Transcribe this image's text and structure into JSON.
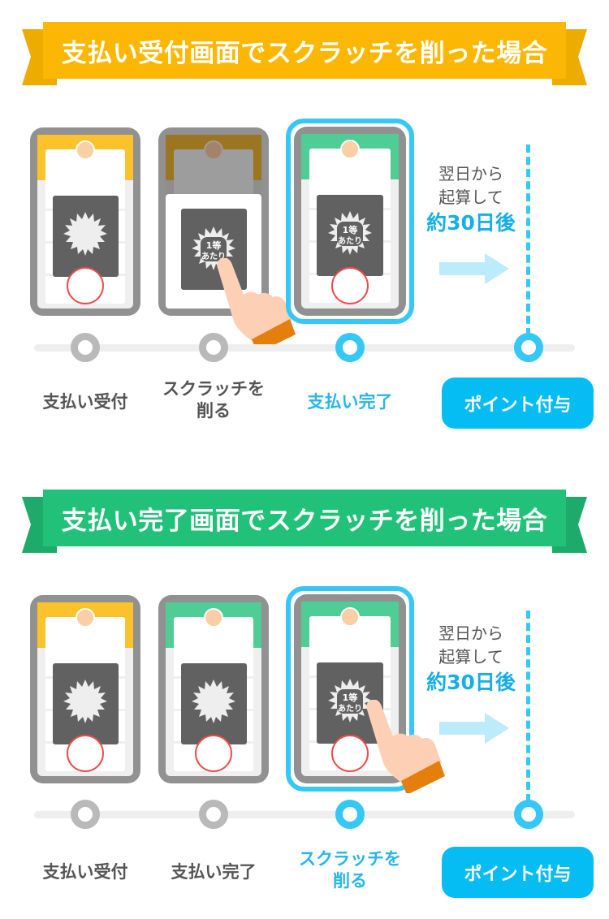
{
  "colors": {
    "ribbon_yellow": "#fbb703",
    "ribbon_yellow_tail": "#eeab00",
    "ribbon_green": "#22c17a",
    "ribbon_green_tail": "#1daa6a",
    "accent_blue": "#35c8f7",
    "button_blue": "#05bdf2",
    "inactive_gray": "#b9b9b9",
    "text_gray": "#555555"
  },
  "sections": [
    {
      "title": "支払い受付画面でスクラッチを削った場合",
      "ribbon_color": "yellow",
      "steps": [
        {
          "label_line1": "支払い受付",
          "label_line2": "",
          "active": false,
          "phone": "yellow-unscratched"
        },
        {
          "label_line1": "スクラッチを",
          "label_line2": "削る",
          "active": false,
          "phone": "dimmed-scratching"
        },
        {
          "label_line1": "支払い完了",
          "label_line2": "",
          "active": true,
          "phone": "green-scratched"
        }
      ],
      "note": {
        "line1": "翌日から",
        "line2": "起算して",
        "highlight": "約30日後"
      },
      "final_button": "ポイント付与",
      "scratch_prize": {
        "line1": "1等",
        "line2": "あたり"
      }
    },
    {
      "title": "支払い完了画面でスクラッチを削った場合",
      "ribbon_color": "green",
      "steps": [
        {
          "label_line1": "支払い受付",
          "label_line2": "",
          "active": false,
          "phone": "yellow-unscratched"
        },
        {
          "label_line1": "支払い完了",
          "label_line2": "",
          "active": false,
          "phone": "green-unscratched"
        },
        {
          "label_line1": "スクラッチを",
          "label_line2": "削る",
          "active": true,
          "phone": "green-scratching"
        }
      ],
      "note": {
        "line1": "翌日から",
        "line2": "起算して",
        "highlight": "約30日後"
      },
      "final_button": "ポイント付与",
      "scratch_prize": {
        "line1": "1等",
        "line2": "あたり"
      }
    }
  ]
}
